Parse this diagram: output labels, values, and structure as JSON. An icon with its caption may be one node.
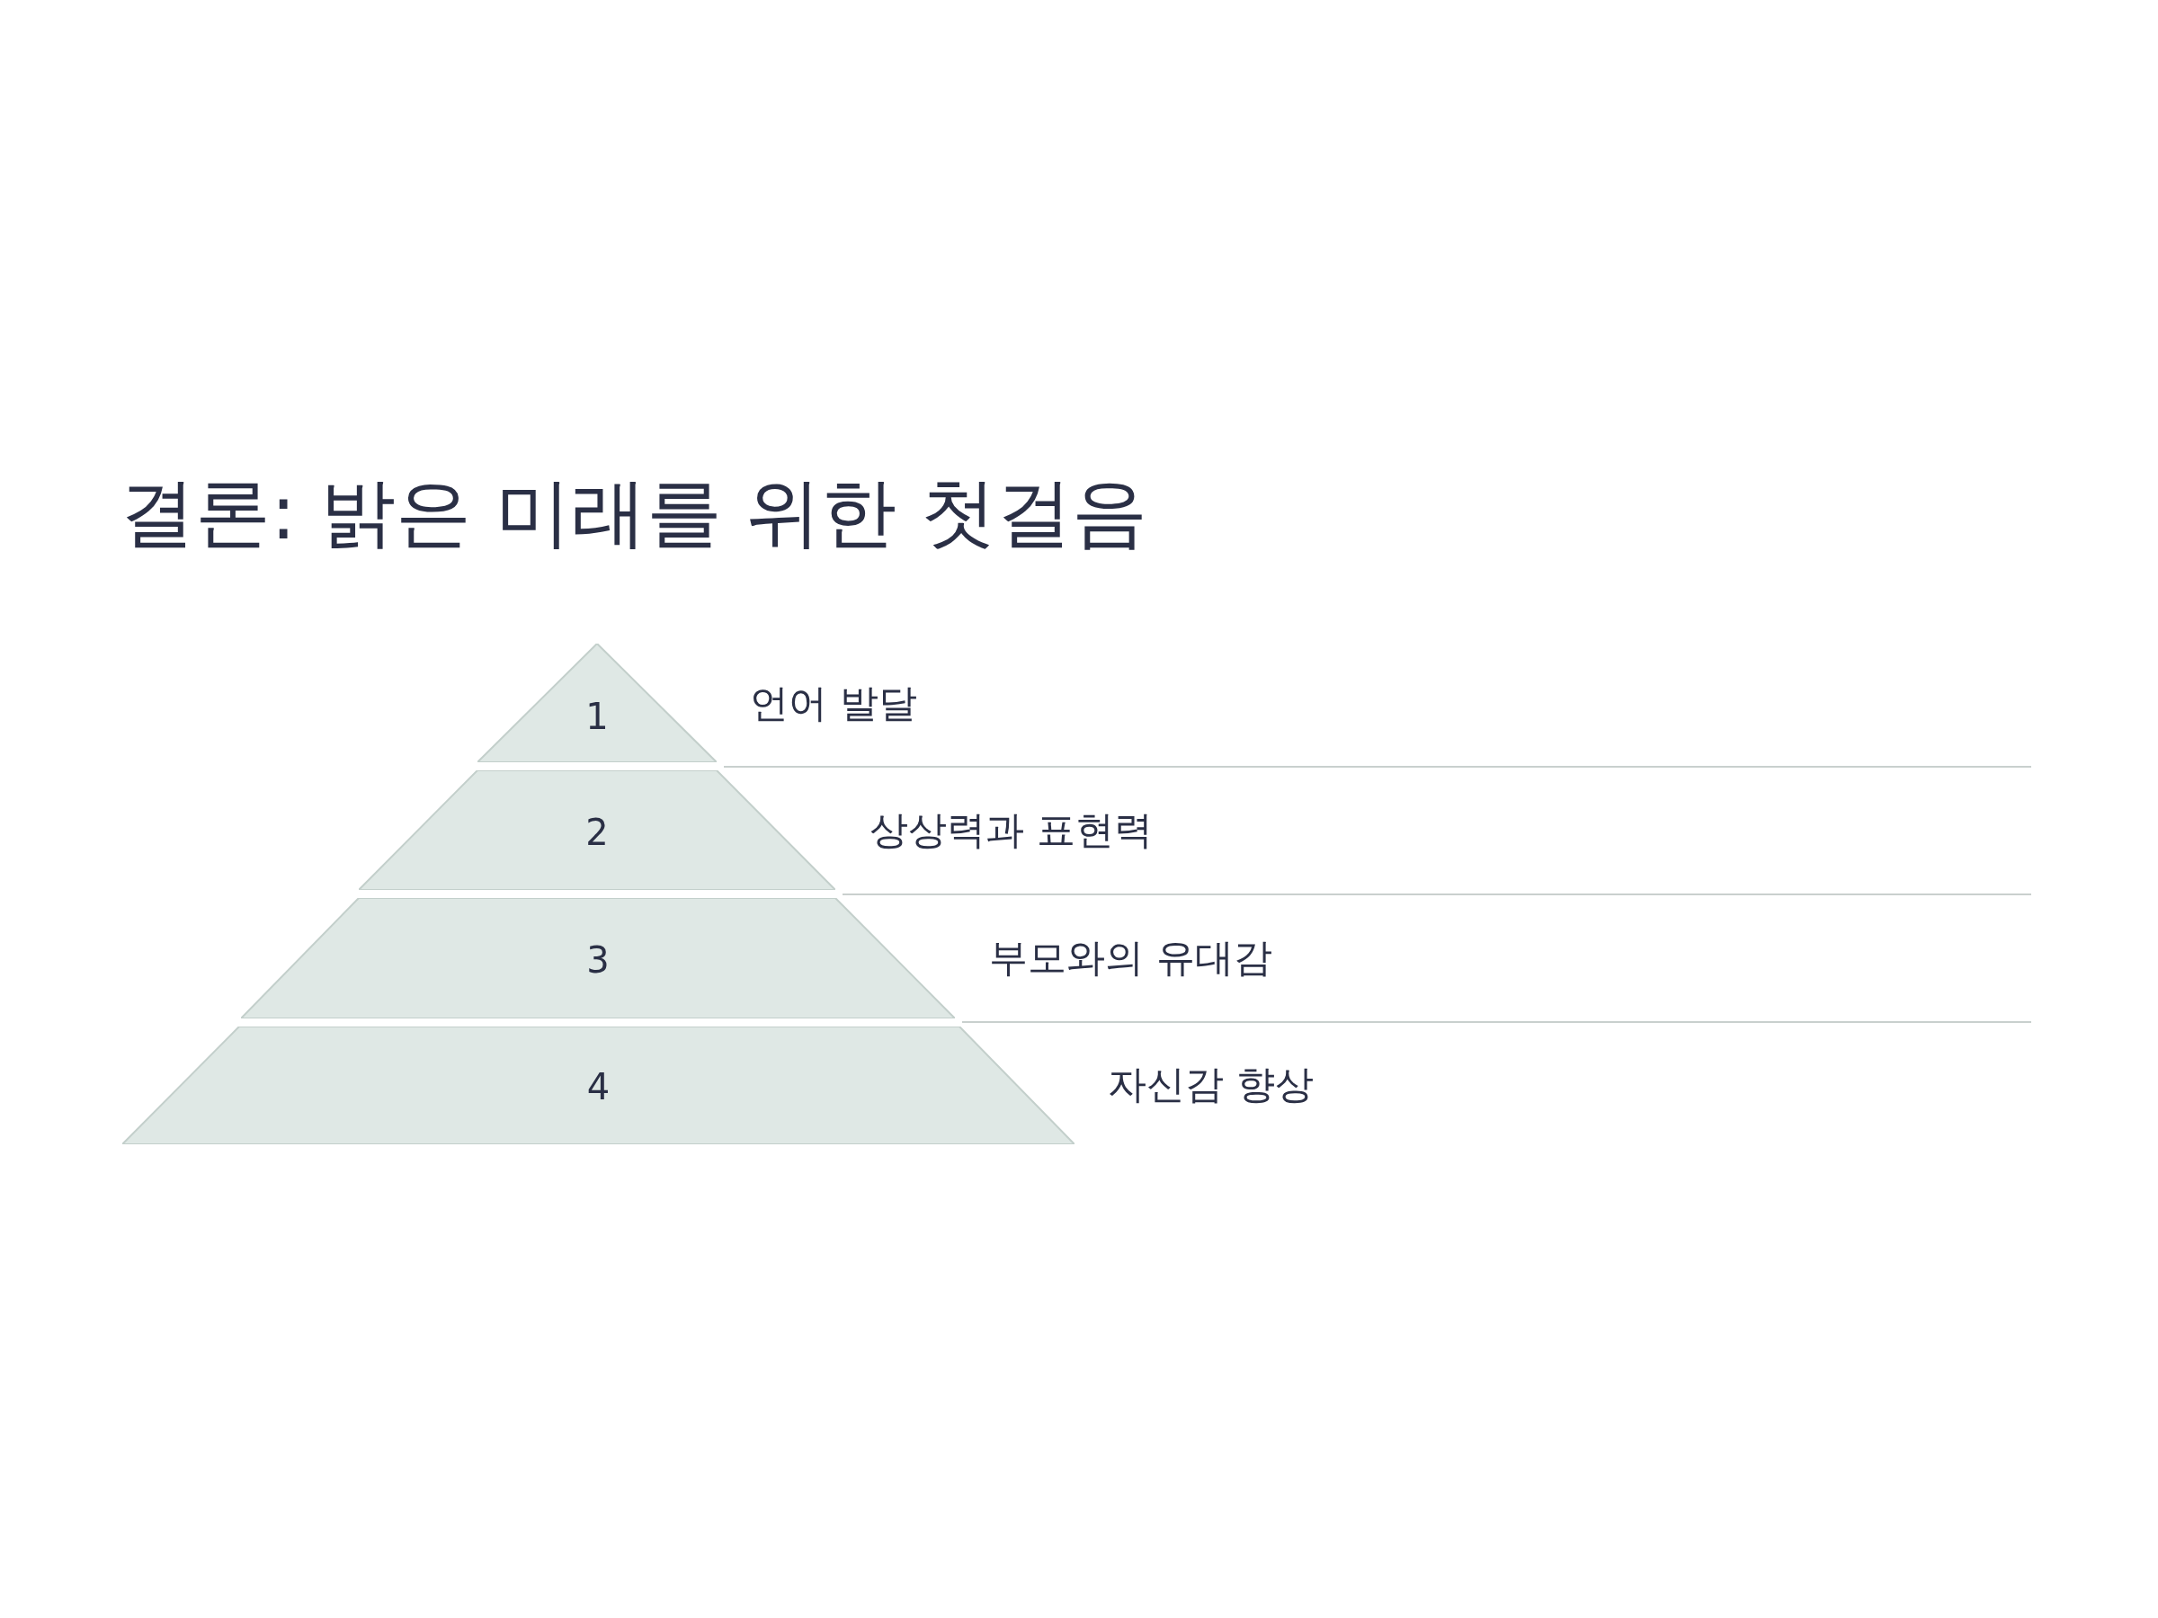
{
  "diagram": {
    "title": "결론: 밝은 미래를 위한 첫걸음",
    "nodes": [
      {
        "text": [
          "1"
        ],
        "beside": [
          "언어 발달"
        ]
      },
      {
        "text": [
          "2"
        ],
        "beside": [
          "상상력과 표현력"
        ]
      },
      {
        "text": [
          "3"
        ],
        "beside": [
          "부모와의 유대감"
        ]
      },
      {
        "text": [
          "4"
        ],
        "beside": [
          "자신감 향상"
        ]
      }
    ]
  }
}
